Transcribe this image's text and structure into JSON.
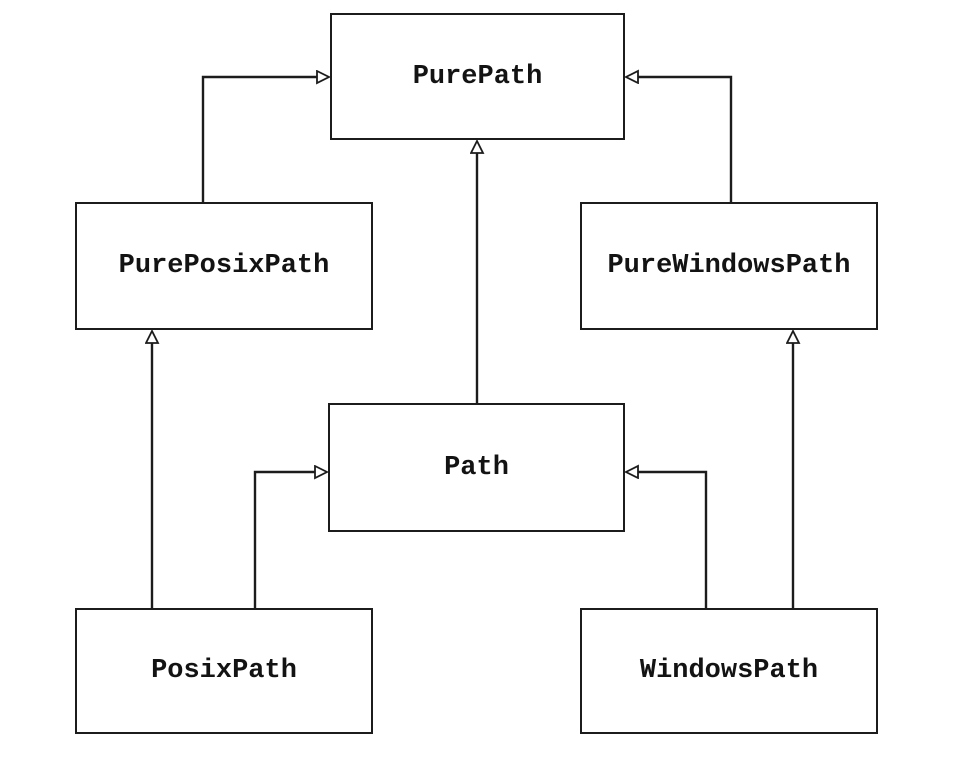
{
  "diagram": {
    "type": "class-inheritance-diagram",
    "nodes": [
      {
        "id": "purepath",
        "label": "PurePath"
      },
      {
        "id": "pureposixpath",
        "label": "PurePosixPath"
      },
      {
        "id": "purewindowspath",
        "label": "PureWindowsPath"
      },
      {
        "id": "path",
        "label": "Path"
      },
      {
        "id": "posixpath",
        "label": "PosixPath"
      },
      {
        "id": "windowspath",
        "label": "WindowsPath"
      }
    ],
    "edges": [
      {
        "from": "PurePosixPath",
        "to": "PurePath",
        "relation": "inherits"
      },
      {
        "from": "PureWindowsPath",
        "to": "PurePath",
        "relation": "inherits"
      },
      {
        "from": "Path",
        "to": "PurePath",
        "relation": "inherits"
      },
      {
        "from": "PosixPath",
        "to": "PurePosixPath",
        "relation": "inherits"
      },
      {
        "from": "PosixPath",
        "to": "Path",
        "relation": "inherits"
      },
      {
        "from": "WindowsPath",
        "to": "Path",
        "relation": "inherits"
      },
      {
        "from": "WindowsPath",
        "to": "PureWindowsPath",
        "relation": "inherits"
      }
    ],
    "colors": {
      "background": "#ffffff",
      "line": "#1c1c1c",
      "box_fill": "#ffffff",
      "text": "#131313",
      "arrowhead_fill": "#ffffff"
    }
  }
}
